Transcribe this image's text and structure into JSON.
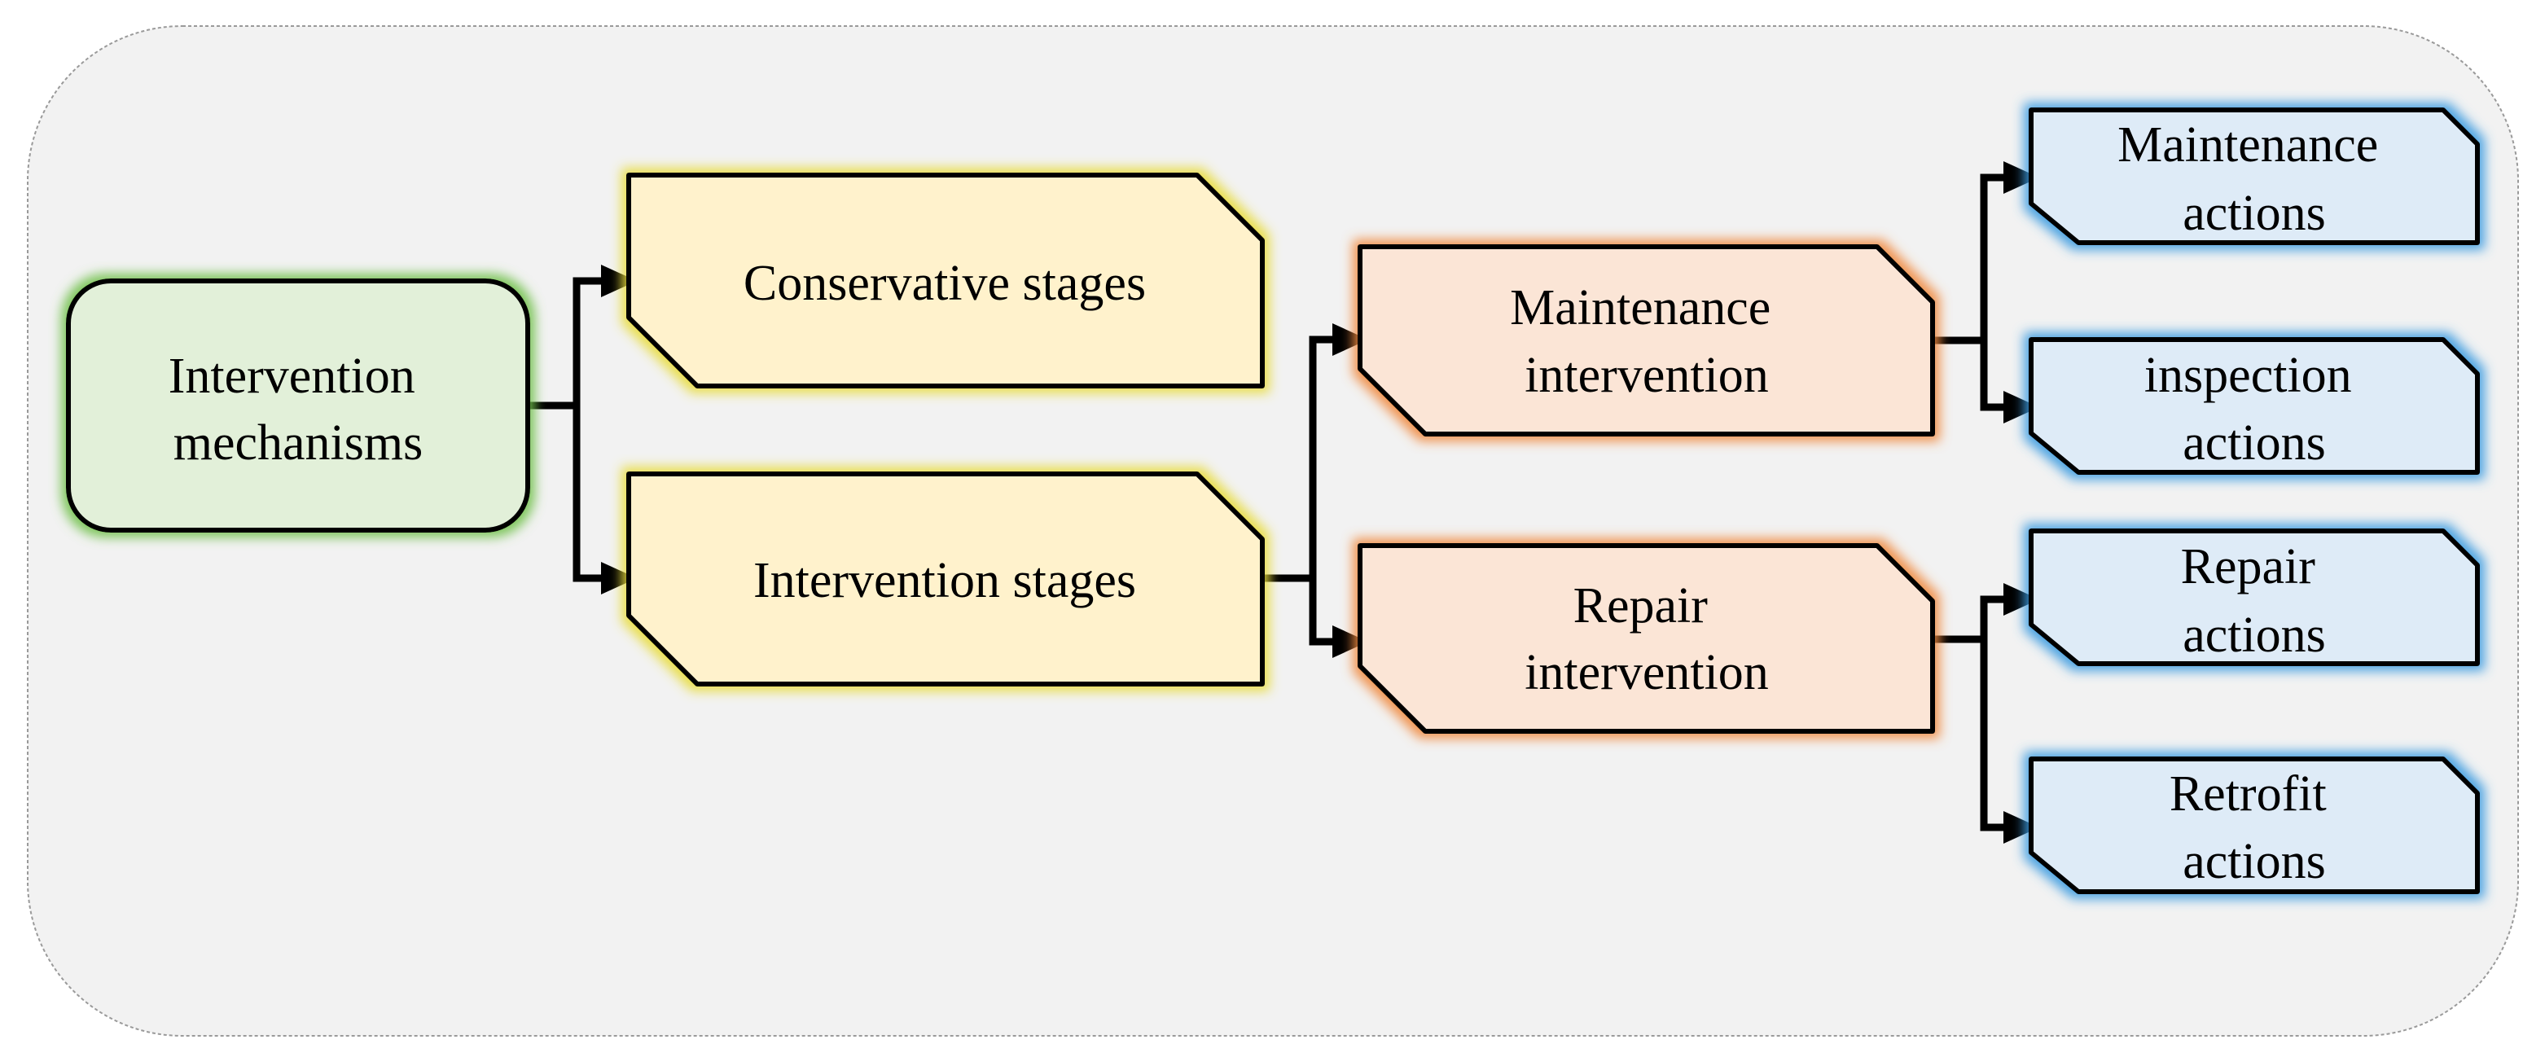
{
  "diagram": {
    "colors": {
      "background_panel": "#f2f2f2",
      "level1_fill": "#e2f0d9",
      "level1_glow": "#70c04a",
      "level2_fill": "#fff2cc",
      "level2_glow": "#e8dc3c",
      "level3_fill": "#fbe5d6",
      "level3_glow": "#f08a40",
      "level4_fill": "#deebf7",
      "level4_glow": "#3b9be0",
      "line": "#000000"
    },
    "nodes": {
      "root": {
        "lines": [
          "Intervention",
          "mechanisms"
        ]
      },
      "conservative": {
        "lines": [
          "Conservative stages"
        ]
      },
      "intervention_stages": {
        "lines": [
          "Intervention stages"
        ]
      },
      "maintenance_intervention": {
        "lines": [
          "Maintenance",
          "intervention"
        ]
      },
      "repair_intervention": {
        "lines": [
          "Repair",
          "intervention"
        ]
      },
      "maintenance_actions": {
        "lines": [
          "Maintenance",
          "actions"
        ]
      },
      "inspection_actions": {
        "lines": [
          "inspection",
          "actions"
        ]
      },
      "repair_actions": {
        "lines": [
          "Repair",
          "actions"
        ]
      },
      "retrofit_actions": {
        "lines": [
          "Retrofit",
          "actions"
        ]
      }
    }
  }
}
